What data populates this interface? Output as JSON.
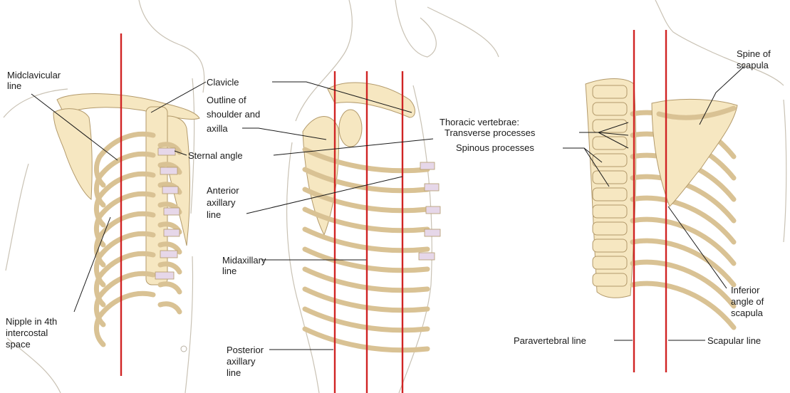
{
  "colors": {
    "reference_line": "#d02424",
    "bone": "#f6e7c1",
    "bone_outline": "#b39a6b",
    "cartilage": "#e6d7e9",
    "skin_outline": "#c9c2b4"
  },
  "labels": {
    "midclavicular": [
      "Midclavicular",
      "line"
    ],
    "clavicle": [
      "Clavicle"
    ],
    "outline_shoulder": [
      "Outline of",
      "shoulder and",
      "axilla"
    ],
    "sternal_angle": [
      "Sternal angle"
    ],
    "anterior_axillary": [
      "Anterior",
      "axillary",
      "line"
    ],
    "midaxillary": [
      "Midaxillary",
      "line"
    ],
    "posterior_axillary": [
      "Posterior",
      "axillary",
      "line"
    ],
    "nipple": [
      "Nipple in 4th",
      "intercostal",
      "space"
    ],
    "thoracic_vertebrae": [
      "Thoracic vertebrae:"
    ],
    "transverse": [
      "Transverse processes"
    ],
    "spinous": [
      "Spinous processes"
    ],
    "spine_scapula": [
      "Spine of",
      "scapula"
    ],
    "inferior_angle": [
      "Inferior",
      "angle of",
      "scapula"
    ],
    "paravertebral": [
      "Paravertebral line"
    ],
    "scapular": [
      "Scapular line"
    ]
  }
}
